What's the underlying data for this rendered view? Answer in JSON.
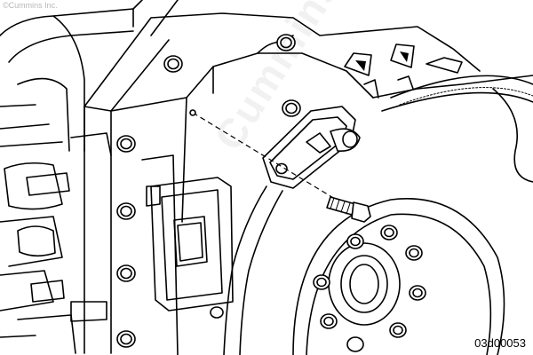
{
  "copyright": "©Cummins Inc.",
  "watermark": "Cummins",
  "figure_id": "03d00053",
  "ink_color": "#000000",
  "background_color": "#ffffff"
}
